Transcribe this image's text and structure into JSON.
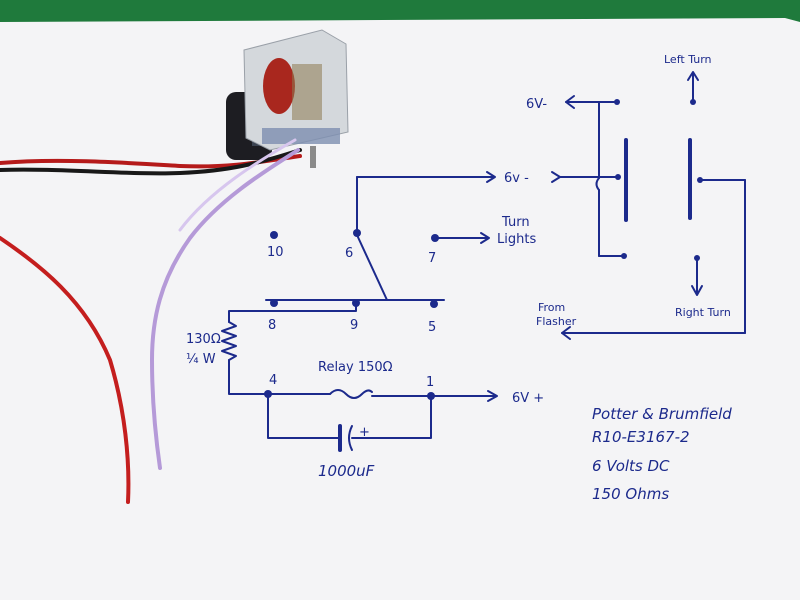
{
  "diagram": {
    "pins": {
      "p10": "10",
      "p6": "6",
      "p7": "7",
      "p8": "8",
      "p9": "9",
      "p5": "5",
      "p4": "4",
      "p1": "1"
    },
    "labels": {
      "left_turn": "Left Turn",
      "six_v_minus_top": "6V-",
      "six_v_minus_mid": "6v -",
      "turn": "Turn",
      "lights": "Lights",
      "from": "From",
      "flasher": "Flasher",
      "right_turn": "Right Turn",
      "resistor_ohms": "130Ω",
      "resistor_watt": "¼ W",
      "relay": "Relay 150Ω",
      "six_v_plus": "6V +",
      "cap": "1000uF",
      "cap_plus": "+"
    },
    "notes": {
      "line1": "Potter & Brumfield",
      "line2": "R10-E3167-2",
      "line3": "6 Volts DC",
      "line4": "150 Ohms"
    }
  }
}
